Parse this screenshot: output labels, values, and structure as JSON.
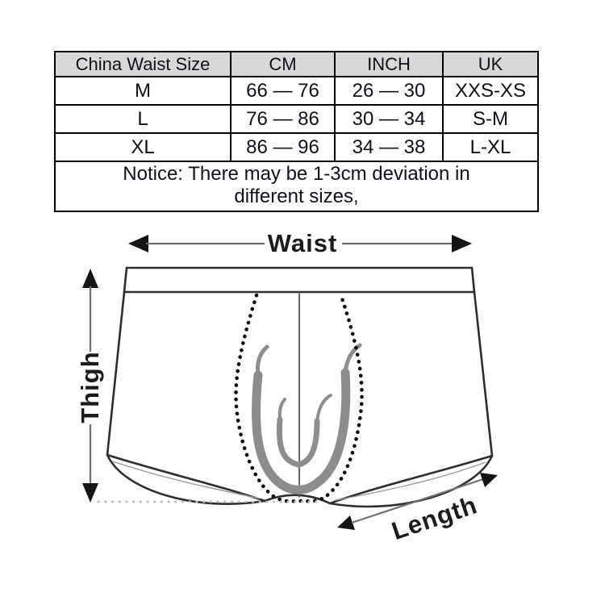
{
  "size_table": {
    "headers": [
      "China Waist Size",
      "CM",
      "INCH",
      "UK"
    ],
    "rows": [
      {
        "size": "M",
        "cm": "66 — 76",
        "inch": "26 — 30",
        "uk": "XXS-XS"
      },
      {
        "size": "L",
        "cm": "76 — 86",
        "inch": "30 — 34",
        "uk": "S-M"
      },
      {
        "size": "XL",
        "cm": "86 — 96",
        "inch": "34 — 38",
        "uk": "L-XL"
      }
    ],
    "notice_line1": "Notice: There may be 1-3cm deviation in",
    "notice_line2": "different sizes,",
    "header_bg": "#d8d8d8",
    "border_color": "#000000"
  },
  "diagram": {
    "labels": {
      "waist": "Waist",
      "thigh": "Thigh",
      "length": "Length"
    },
    "outline_color": "#2e2e2e",
    "shading_color": "#8d8d8d",
    "arrow_line_color": "#707070",
    "arrowhead_color": "#141414",
    "dotted_seam_color": "#111111",
    "baseline_dot_color": "#bdbdbd"
  }
}
